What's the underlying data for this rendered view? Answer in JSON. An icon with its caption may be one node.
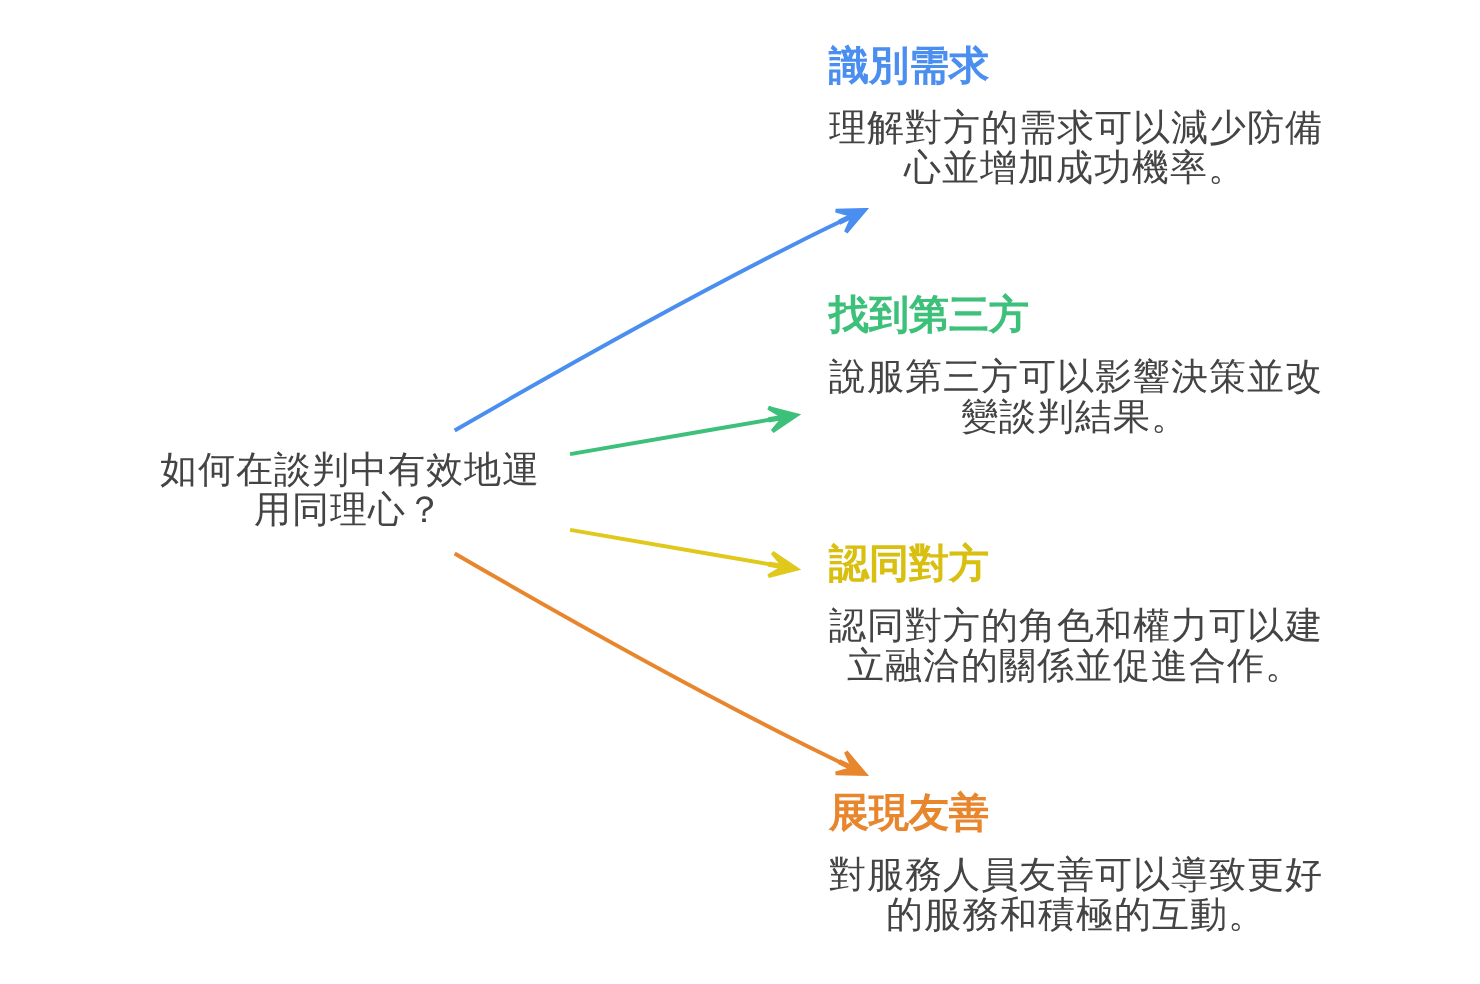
{
  "diagram": {
    "nodes": [
      {
        "text": [
          "如何在談判中有效地運用同理心？"
        ]
      },
      {
        "text": [
          "識別需求",
          "理解對方的需求可以減少防備心並增加成功機率。"
        ]
      },
      {
        "text": [
          "找到第三方",
          "說服第三方可以影響決策並改變談判結果。"
        ]
      },
      {
        "text": [
          "認同對方",
          "認同對方的角色和權力可以建立融洽的關係並促進合作。"
        ]
      },
      {
        "text": [
          "展現友善",
          "對服務人員友善可以導致更好的服務和積極的互動。"
        ]
      }
    ],
    "edges": [
      {
        "from": 0,
        "to": 1,
        "arrow": "to",
        "color": "#4a8ef0"
      },
      {
        "from": 0,
        "to": 2,
        "arrow": "to",
        "color": "#3cc07a"
      },
      {
        "from": 0,
        "to": 3,
        "arrow": "to",
        "color": "#e0c81c"
      },
      {
        "from": 0,
        "to": 4,
        "arrow": "to",
        "color": "#e8862e"
      }
    ]
  }
}
